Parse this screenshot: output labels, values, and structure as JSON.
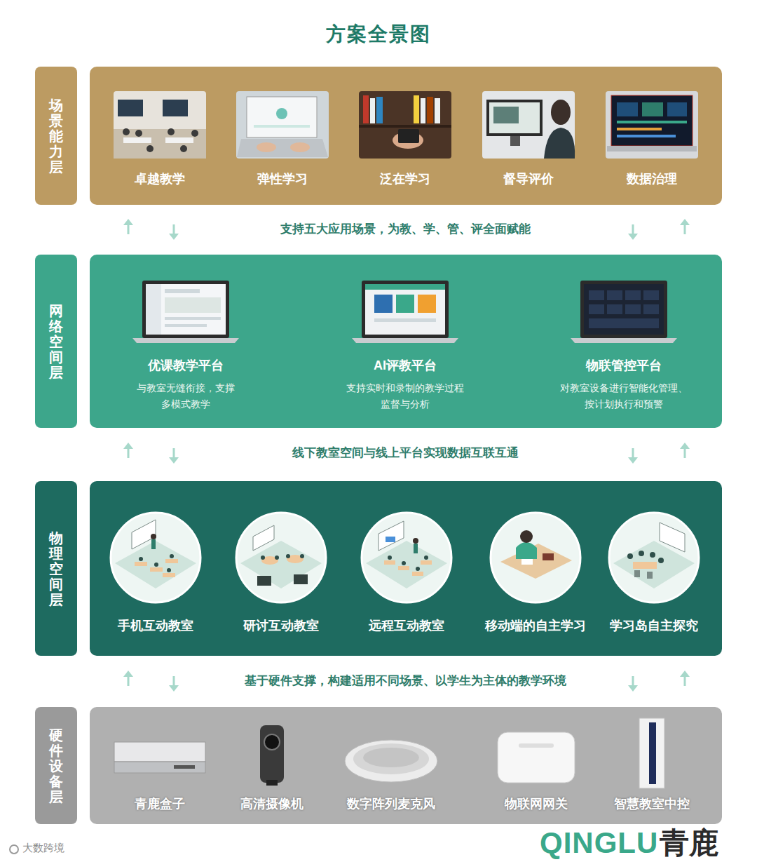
{
  "diagram": {
    "title": "方案全景图",
    "nodes": [
      {
        "text": [
          "场景能力层"
        ]
      },
      {
        "text": [
          "卓越教学"
        ]
      },
      {
        "text": [
          "弹性学习"
        ]
      },
      {
        "text": [
          "泛在学习"
        ]
      },
      {
        "text": [
          "督导评价"
        ]
      },
      {
        "text": [
          "数据治理"
        ]
      },
      {
        "text": [
          "网络空间层"
        ]
      },
      {
        "text": [
          "优课教学平台",
          "与教室无缝衔接，支撑 多模式教学"
        ]
      },
      {
        "text": [
          "AI评教平台",
          "支持实时和录制的教学过程 监督与分析"
        ]
      },
      {
        "text": [
          "物联管控平台",
          "对教室设备进行智能化管理、 按计划执行和预警"
        ]
      },
      {
        "text": [
          "物理空间层"
        ]
      },
      {
        "text": [
          "手机互动教室"
        ]
      },
      {
        "text": [
          "研讨互动教室"
        ]
      },
      {
        "text": [
          "远程互动教室"
        ]
      },
      {
        "text": [
          "移动端的自主学习"
        ]
      },
      {
        "text": [
          "学习岛自主探究"
        ]
      },
      {
        "text": [
          "硬件设备层"
        ]
      },
      {
        "text": [
          "青鹿盒子"
        ]
      },
      {
        "text": [
          "高清摄像机"
        ]
      },
      {
        "text": [
          "数字阵列麦克风"
        ]
      },
      {
        "text": [
          "物联网网关"
        ]
      },
      {
        "text": [
          "智慧教室中控"
        ]
      }
    ],
    "labels": [
      "支持五大应用场景，为教、学、管、评全面赋能",
      "线下教室空间与线上平台实现数据互联互通",
      "基于硬件支撑，构建适用不同场景、以学生为主体的教学环境",
      "QINGLU",
      "青鹿",
      "大数跨境"
    ]
  }
}
